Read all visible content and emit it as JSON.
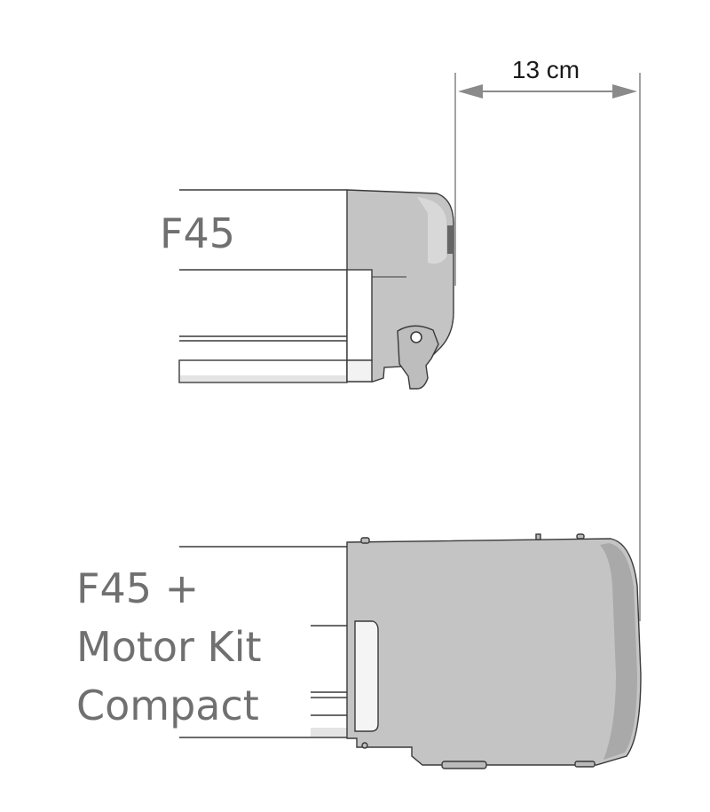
{
  "dimension": {
    "text": "13 cm"
  },
  "top_product": {
    "label": "F45"
  },
  "bottom_product": {
    "label_lines": [
      "F45 +",
      "Motor Kit",
      "Compact"
    ]
  },
  "colors": {
    "housing": "#c4c4c4",
    "housing_light": "#e2e2e2",
    "outline": "#3a3a3a",
    "label_text": "#707070",
    "dimension_arrow": "#8a8a8a"
  }
}
